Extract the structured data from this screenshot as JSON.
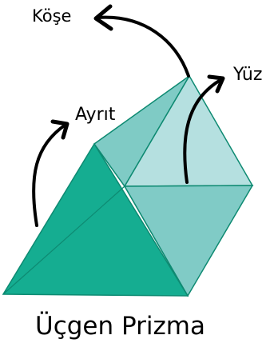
{
  "labels": {
    "vertex": "Köşe",
    "face": "Yüz",
    "edge": "Ayrıt",
    "title": "Üçgen Prizma"
  },
  "colors": {
    "front_face": "#15ad91",
    "top_face": "#7fcbc5",
    "right_face": "#b5e0e0",
    "lower_right_face": "#80cbc6",
    "edge_line": "#0e8a72",
    "outline": "#000000"
  }
}
